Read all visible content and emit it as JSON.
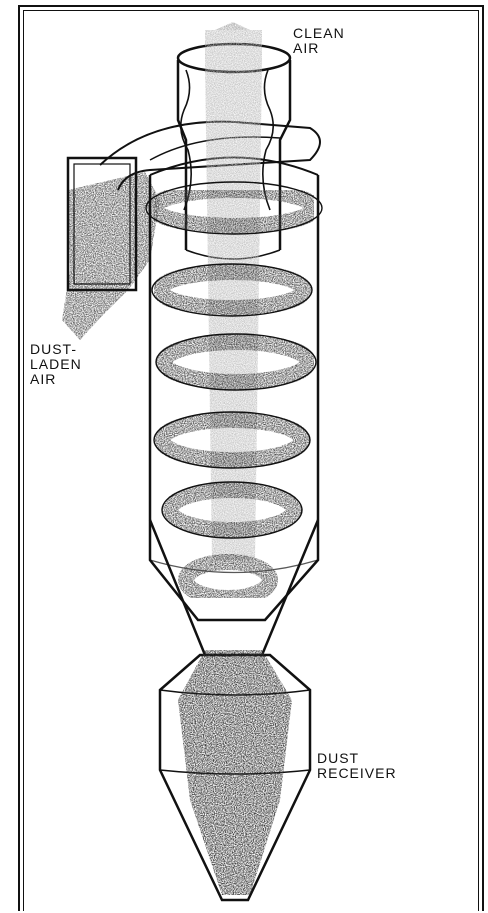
{
  "labels": {
    "clean_air": "CLEAN\nAIR",
    "dust_laden_air": "DUST-\nLADEN\nAIR",
    "dust_receiver": "DUST\nRECEIVER"
  },
  "colors": {
    "ink": "#111111",
    "dust": "#555555",
    "clean_air_column": "#b8b8b8",
    "paper": "#ffffff"
  }
}
